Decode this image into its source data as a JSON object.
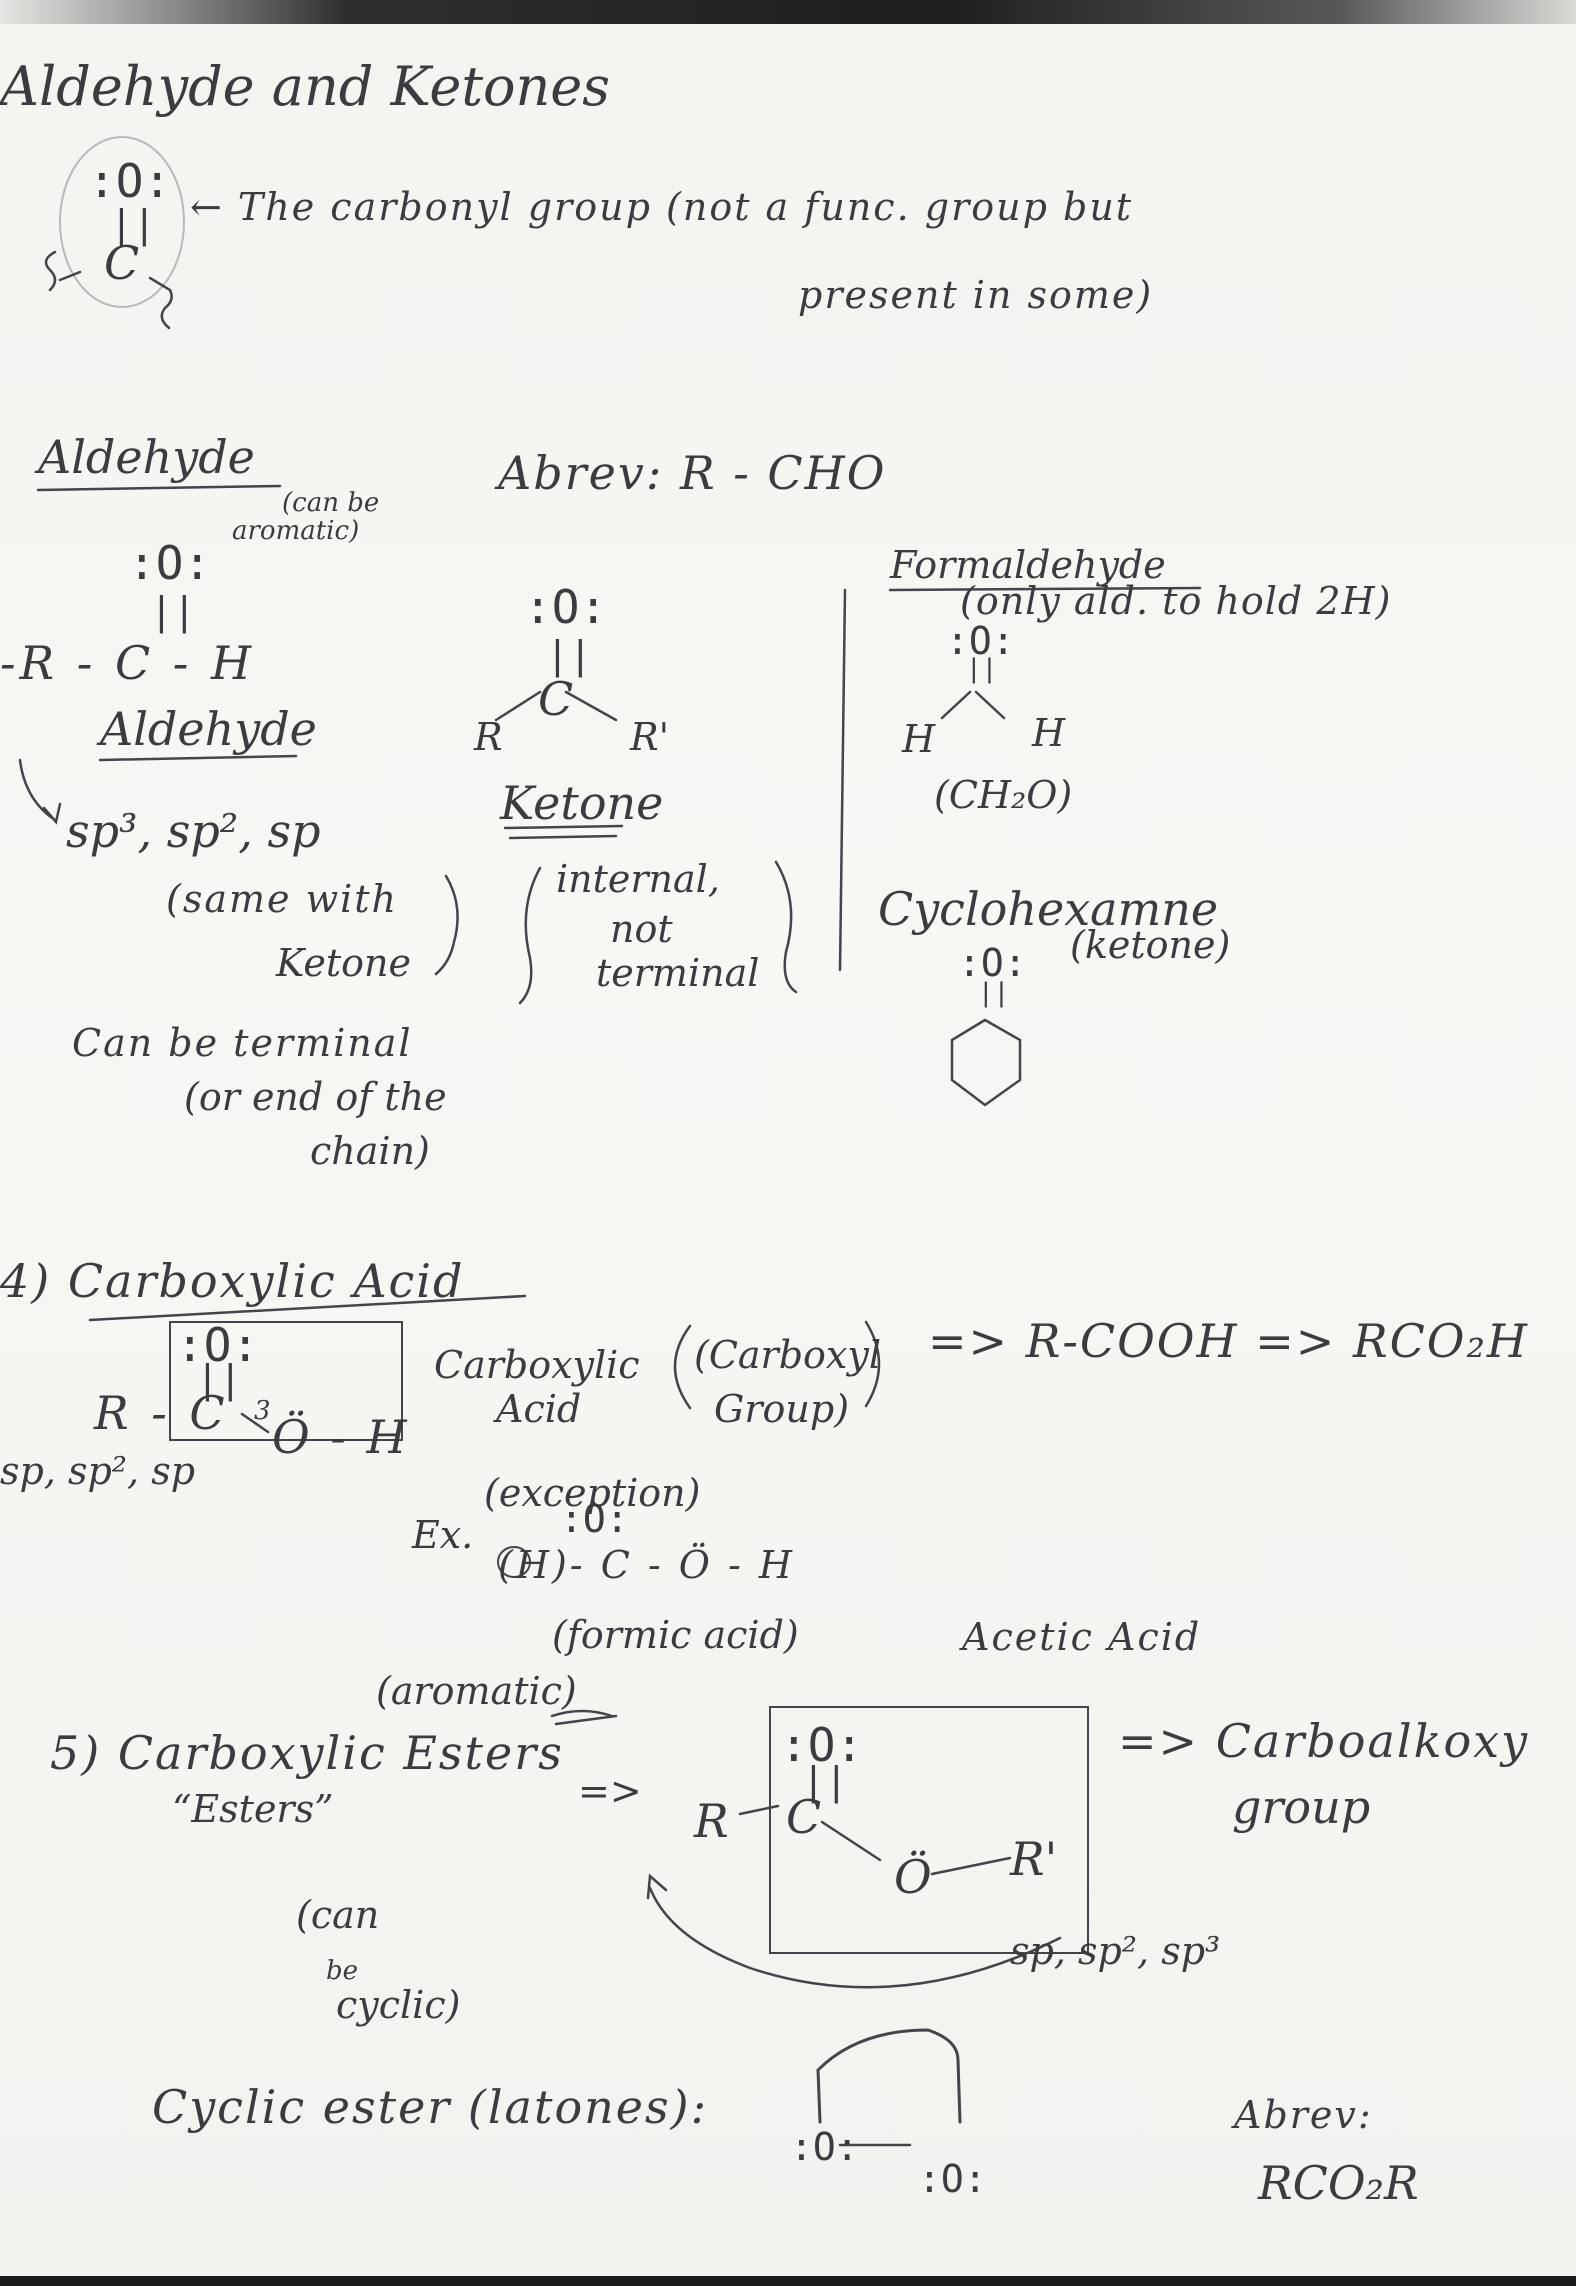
{
  "notes": {
    "title": "Aldehyde and Ketones",
    "carbonyl": {
      "lone_o": ":O:",
      "double_bond": "||",
      "carbon": "C",
      "description_1": "← The carbonyl group (not a func. group but",
      "description_2": "present in some)"
    },
    "aldehyde": {
      "heading": "Aldehyde",
      "abbrev": "Abrev: R - CHO",
      "can_be_1": "(can be",
      "can_be_2": "aromatic)",
      "o": ":O:",
      "bond": "||",
      "formula": "-R - C - H",
      "label": "Aldehyde",
      "hybrid": "sp³, sp², sp",
      "same_with_1": "(same with",
      "same_with_2": "Ketone",
      "terminal_1": "Can be terminal",
      "terminal_2": "(or end of the",
      "terminal_3": "chain)"
    },
    "ketone": {
      "o": ":O:",
      "bond": "||",
      "carbon": "C",
      "r_left": "R",
      "r_right": "R'",
      "label": "Ketone",
      "note_1": "internal,",
      "note_2": "not",
      "note_3": "terminal"
    },
    "formaldehyde": {
      "heading": "Formaldehyde",
      "note": "(only ald. to hold 2H)",
      "o": ":O:",
      "bond": "||",
      "h_left": "H",
      "h_right": "H",
      "formula": "(CH₂O)"
    },
    "cyclohexanone": {
      "heading": "Cyclohexamne",
      "note": "(ketone)",
      "o": ":O:",
      "bond": "||"
    },
    "carboxylic_acid": {
      "heading": "4) Carboxylic Acid",
      "o": ":O:",
      "bond": "||",
      "formula": "R - C",
      "oh": "Ö - H",
      "superscript": "3",
      "hybrid": "sp, sp², sp",
      "label_1": "Carboxylic",
      "label_2": "Acid",
      "group_1": "(Carboxyl",
      "group_2": "Group)",
      "formula_chain": "=> R-COOH => RCO₂H",
      "exception": "(exception)",
      "example_prefix": "Ex.",
      "example_o": ":O:",
      "example_formula": "(H)- C - Ö - H",
      "example_name": "(formic acid)",
      "acetic": "Acetic Acid"
    },
    "esters": {
      "aromatic": "(aromatic)",
      "heading": "5) Carboxylic Esters",
      "alias": "“Esters”",
      "arrow": "=>",
      "o": ":O:",
      "bond": "||",
      "r": "R",
      "c": "C",
      "o_single": "Ö",
      "r_prime": "R'",
      "carboalkoxy_1": "=> Carboalkoxy",
      "carboalkoxy_2": "group",
      "hybrid": "sp, sp², sp³",
      "cyclic_1": "(can",
      "cyclic_2": "be",
      "cyclic_3": "cyclic)",
      "lactones": "Cyclic ester (latones):",
      "ring_o": ":O:",
      "ring_co": ":O:",
      "abbrev_1": "Abrev:",
      "abbrev_2": "RCO₂R"
    }
  }
}
